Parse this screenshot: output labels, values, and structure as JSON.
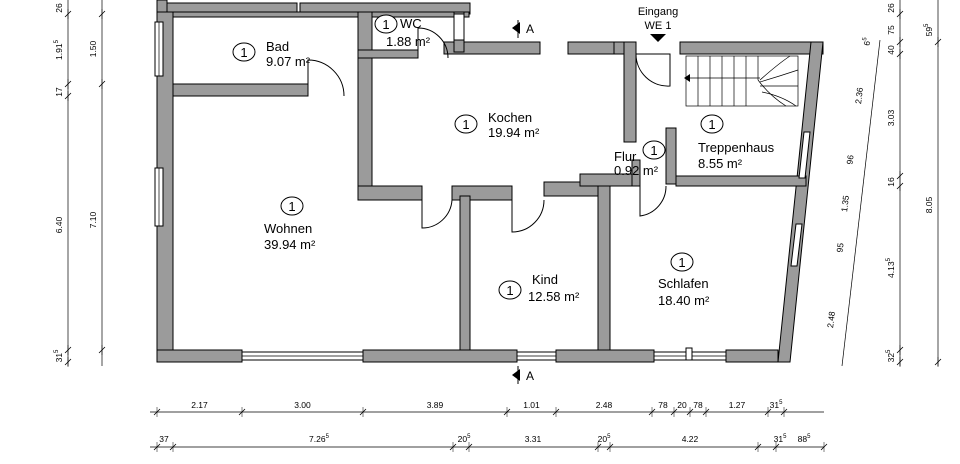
{
  "rooms": [
    {
      "id": "bad",
      "tag": "1",
      "name": "Bad",
      "area": "9.07 m²"
    },
    {
      "id": "wc",
      "tag": "1",
      "name": "WC",
      "area": "1.88 m²"
    },
    {
      "id": "kochen",
      "tag": "1",
      "name": "Kochen",
      "area": "19.94 m²"
    },
    {
      "id": "treppenhaus",
      "tag": "1",
      "name": "Treppenhaus",
      "area": "8.55 m²"
    },
    {
      "id": "flur",
      "tag": "1",
      "name": "Flur",
      "area": "0.92 m²"
    },
    {
      "id": "wohnen",
      "tag": "1",
      "name": "Wohnen",
      "area": "39.94 m²"
    },
    {
      "id": "kind",
      "tag": "1",
      "name": "Kind",
      "area": "12.58 m²"
    },
    {
      "id": "schlafen",
      "tag": "1",
      "name": "Schlafen",
      "area": "18.40 m²"
    }
  ],
  "entrance": {
    "line1": "Eingang",
    "line2": "WE 1"
  },
  "section_marks": [
    "A",
    "A"
  ],
  "dims_bottom_row1": [
    {
      "v": "2.17"
    },
    {
      "v": "3.00"
    },
    {
      "v": "3.89"
    },
    {
      "v": "1.01"
    },
    {
      "v": "2.48"
    },
    {
      "v": "78"
    },
    {
      "v": "20"
    },
    {
      "v": "78"
    },
    {
      "v": "1.27"
    },
    {
      "v": "31",
      "s": "5"
    }
  ],
  "dims_bottom_row2": [
    {
      "v": "37"
    },
    {
      "v": "7.26",
      "s": "5"
    },
    {
      "v": "20",
      "s": "5"
    },
    {
      "v": "3.31"
    },
    {
      "v": "20",
      "s": "5"
    },
    {
      "v": "4.22"
    },
    {
      "v": "31",
      "s": "5"
    },
    {
      "v": "88",
      "s": "5"
    }
  ],
  "dims_left_col1": [
    {
      "v": "26"
    },
    {
      "v": "1.91",
      "s": "5"
    },
    {
      "v": "17"
    },
    {
      "v": "6.40"
    },
    {
      "v": "31",
      "s": "5"
    }
  ],
  "dims_left_col2": [
    {
      "v": "1.50"
    },
    {
      "v": "7.10"
    }
  ],
  "dims_right_diag": [
    {
      "v": "6",
      "s": "5"
    },
    {
      "v": "2.36"
    },
    {
      "v": "96"
    },
    {
      "v": "1.35"
    },
    {
      "v": "95"
    },
    {
      "v": "2.48"
    }
  ],
  "dims_right_col1": [
    {
      "v": "26"
    },
    {
      "v": "75"
    },
    {
      "v": "40"
    },
    {
      "v": "3.03"
    },
    {
      "v": "16"
    },
    {
      "v": "4.13",
      "s": "5"
    },
    {
      "v": "32",
      "s": "5"
    }
  ],
  "dims_right_col2": [
    {
      "v": "59",
      "s": "5"
    },
    {
      "v": "8.05"
    }
  ]
}
